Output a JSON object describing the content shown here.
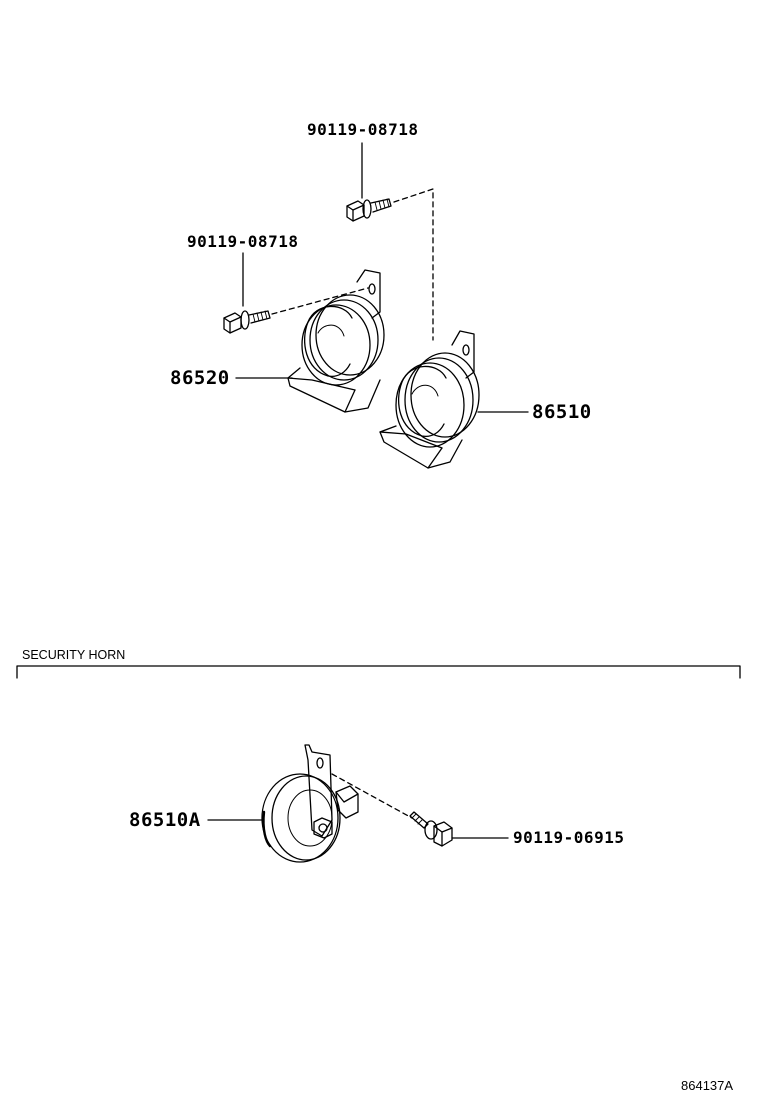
{
  "diagram": {
    "parts": {
      "bolt_top": "90119-08718",
      "bolt_left": "90119-08718",
      "horn_low": "86520",
      "horn_high": "86510",
      "security_horn": "86510A",
      "security_bolt": "90119-06915"
    },
    "section_title": "SECURITY HORN",
    "reference_code": "864137A"
  }
}
